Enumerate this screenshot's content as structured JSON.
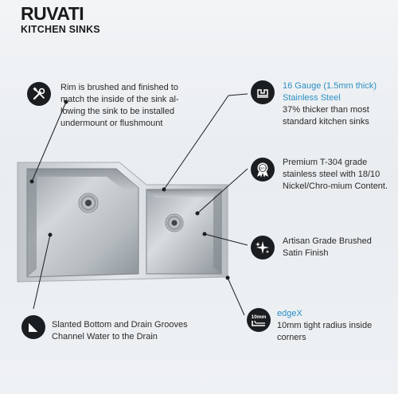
{
  "brand": {
    "name": "RUVATI",
    "tagline": "KITCHEN SINKS"
  },
  "features": {
    "rim": {
      "icon": "tools-icon",
      "text": "Rim is brushed and finished to match the inside of the sink al-lowing the sink to be installed undermount or flushmount"
    },
    "gauge": {
      "icon": "clamp-icon",
      "title_line1": "16 Gauge (1.5mm thick)",
      "title_line2": "Stainless Steel",
      "text": "37% thicker than most standard kitchen sinks"
    },
    "steel": {
      "icon": "medal-icon",
      "icon_label": "18/10",
      "text": "Premium T-304 grade stainless steel with 18/10 Nickel/Chro-mium Content."
    },
    "finish": {
      "icon": "sparkle-icon",
      "text": "Artisan Grade Brushed Satin Finish"
    },
    "edge": {
      "icon": "radius-corner-icon",
      "icon_label": "10mm",
      "title": "edgeX",
      "text": "10mm tight radius inside corners"
    },
    "drain": {
      "icon": "slope-icon",
      "text": "Slanted Bottom and Drain Grooves Channel Water to the Drain"
    }
  },
  "colors": {
    "accent": "#2b8fc4",
    "icon_bg": "#1b1e21"
  }
}
